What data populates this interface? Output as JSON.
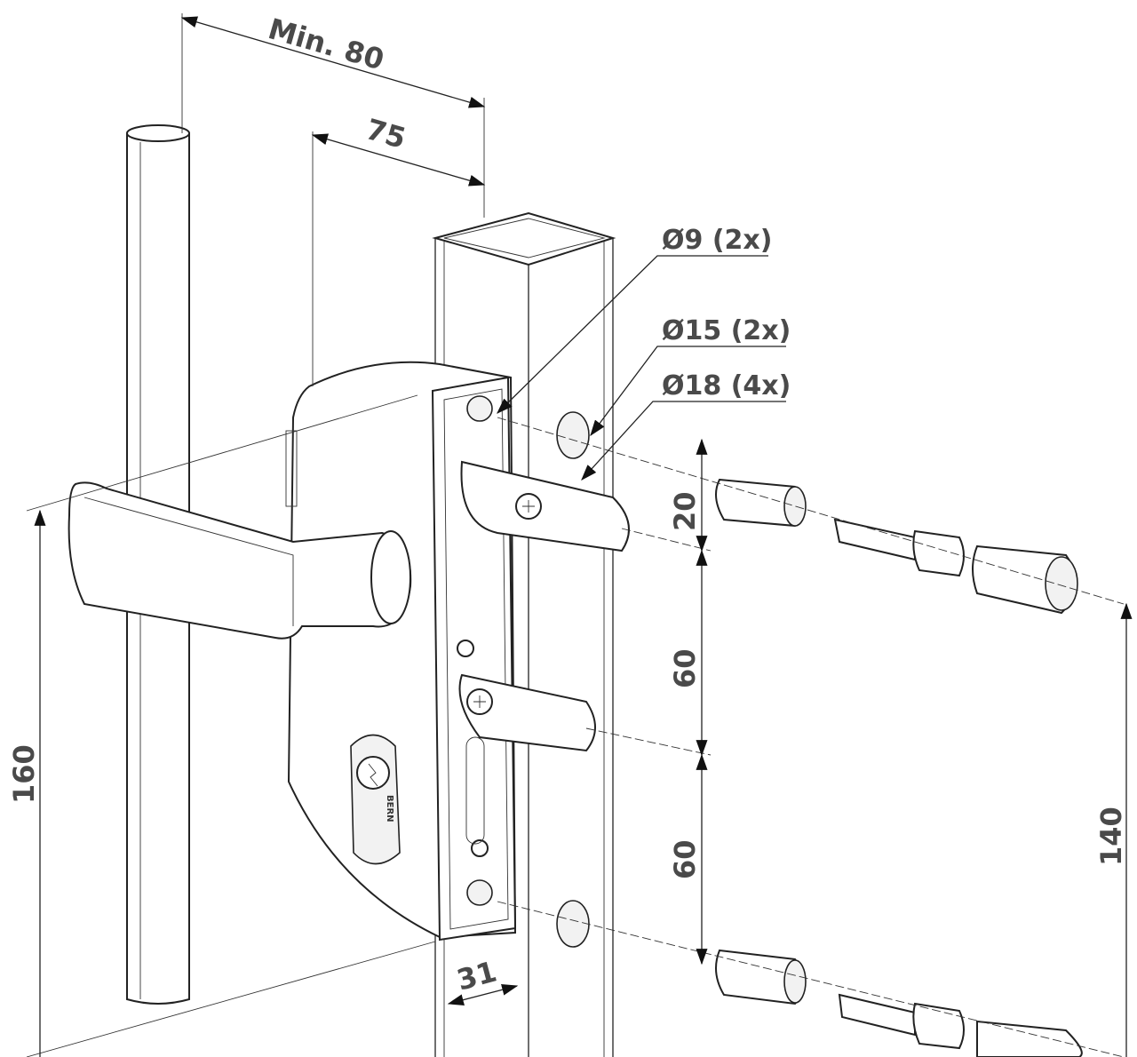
{
  "dimensions": {
    "min_width": "Min. 80",
    "width_75": "75",
    "height_20": "20",
    "height_60_upper": "60",
    "height_60_lower": "60",
    "height_160": "160",
    "height_140": "140",
    "depth_31": "31"
  },
  "callouts": {
    "hole_9": "Ø9 (2x)",
    "hole_15": "Ø15 (2x)",
    "hole_18": "Ø18 (4x)"
  },
  "cylinder_brand": "BERN"
}
